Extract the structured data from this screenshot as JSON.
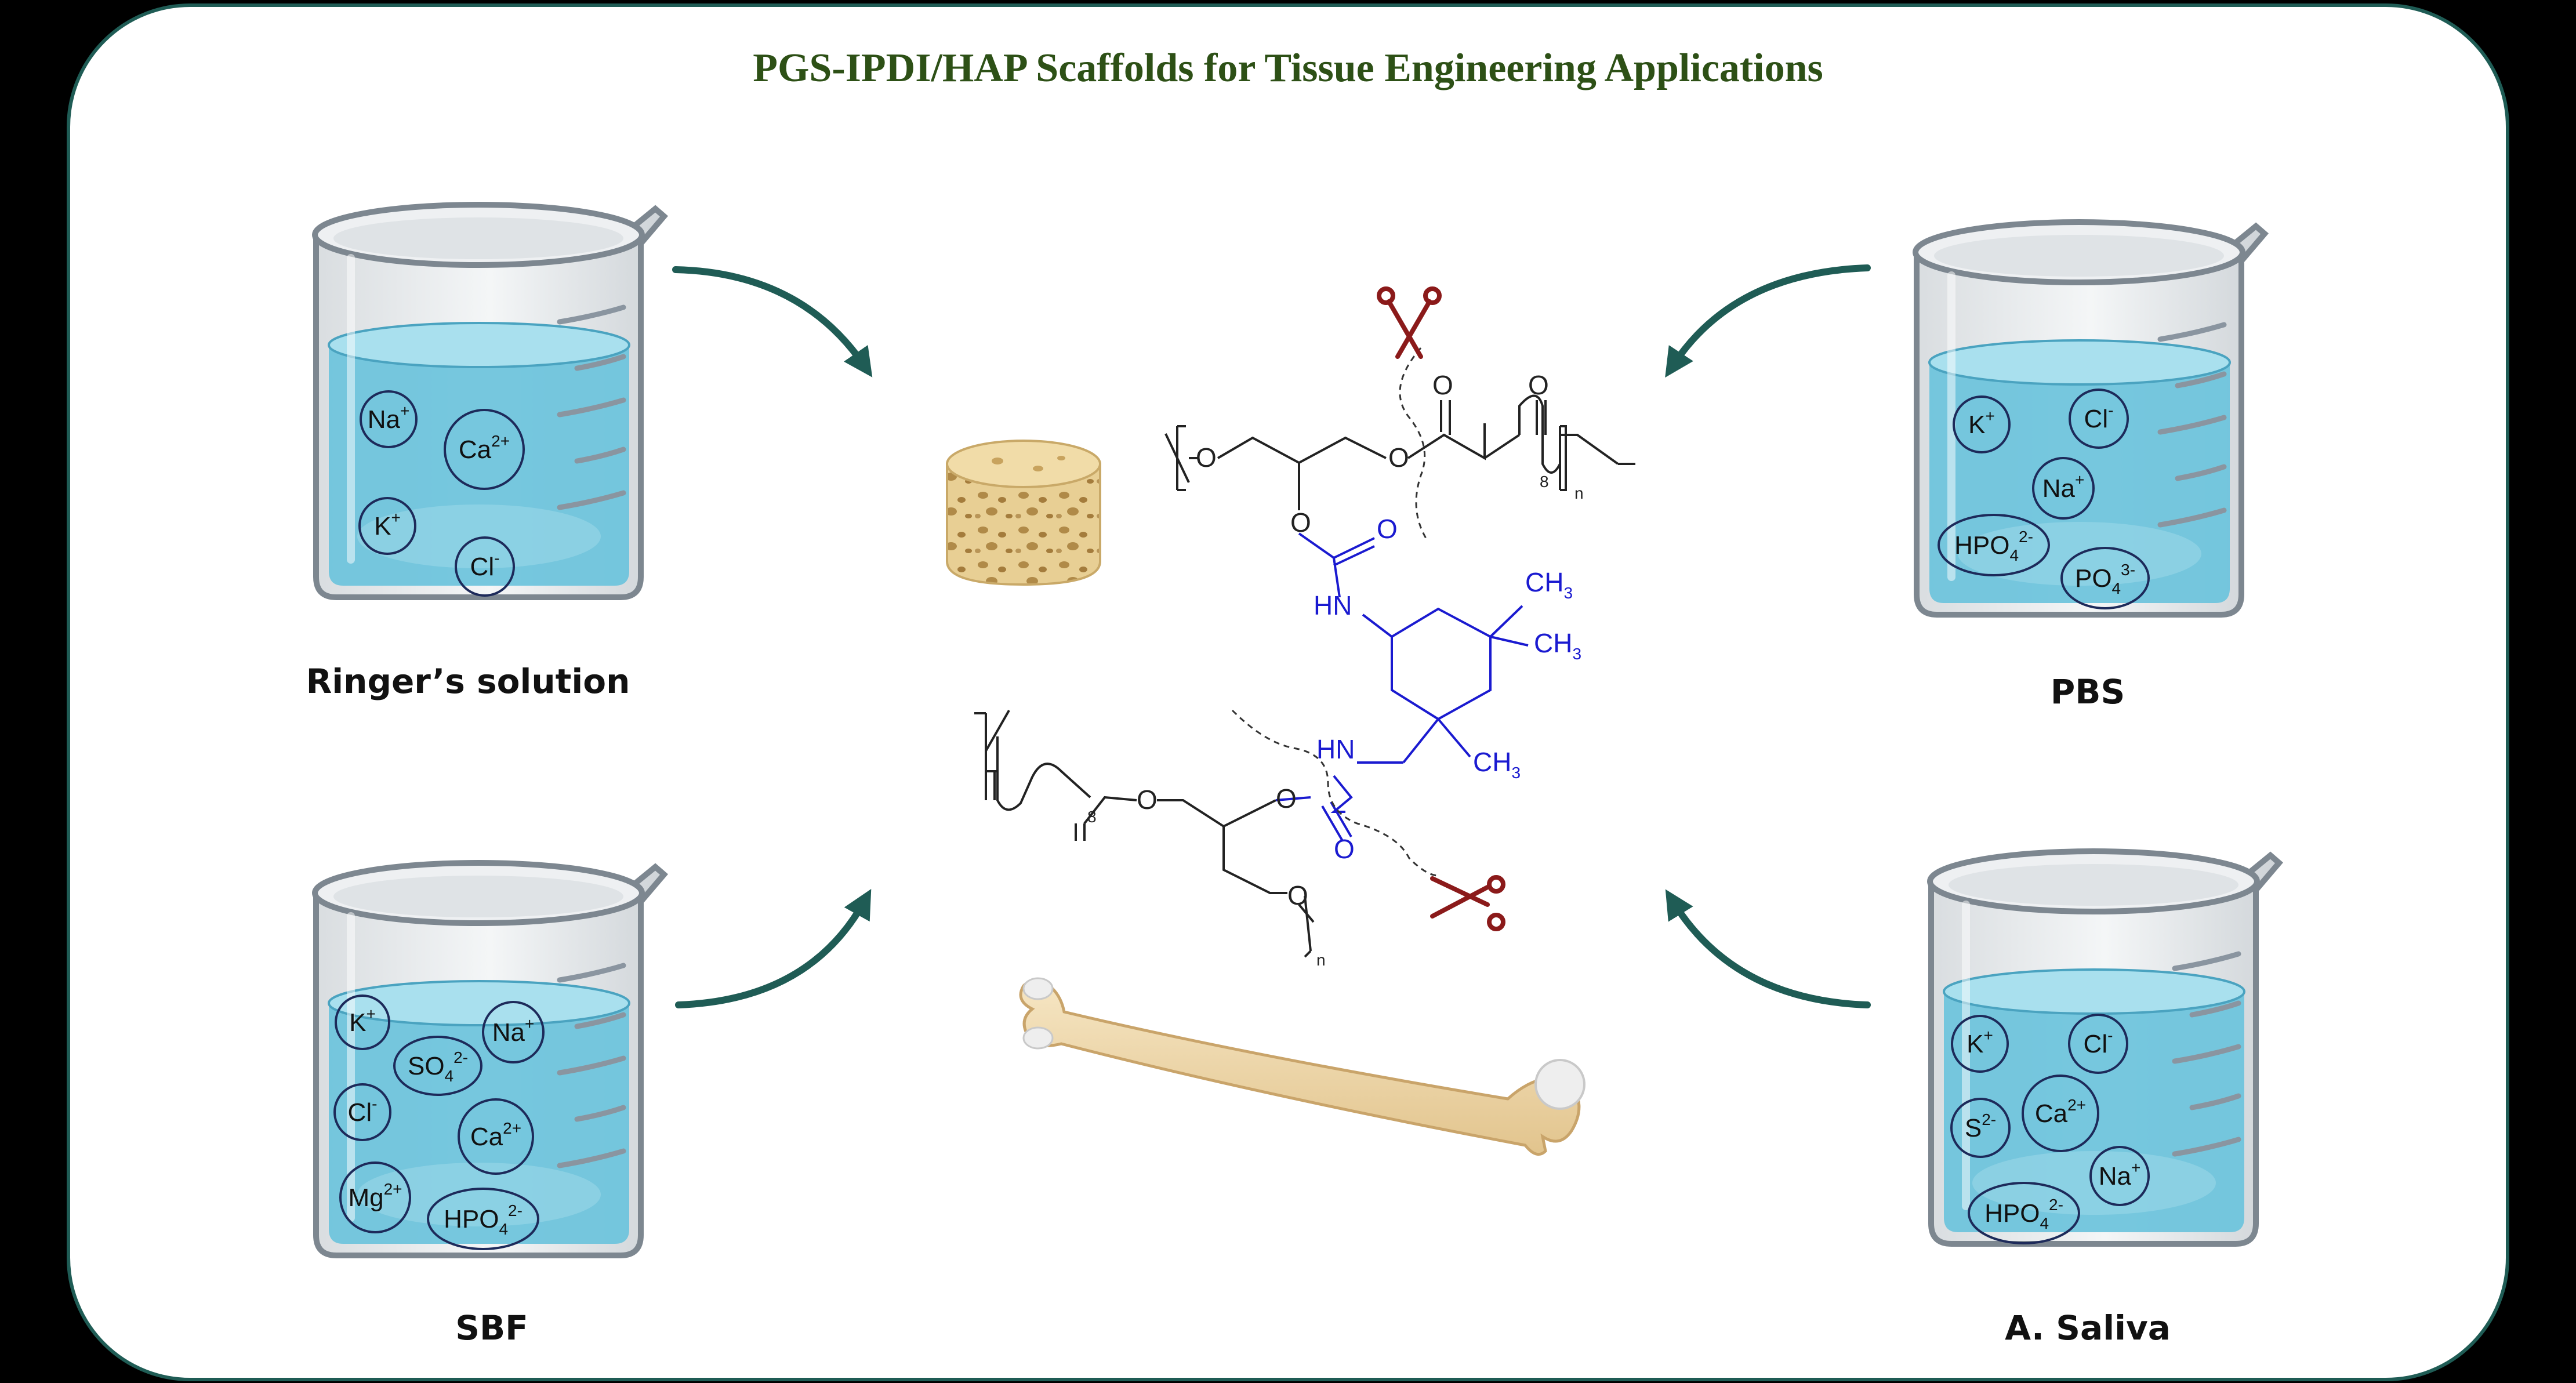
{
  "title": "PGS-IPDI/HAP Scaffolds for Tissue Engineering Applications",
  "colors": {
    "frame_border": "#1f5c55",
    "arrow": "#1f5c55",
    "water": "#6fc4dc",
    "title_text": "#2d5016",
    "ipdi_blue": "#1a1ad0",
    "scissors": "#8b1a1a"
  },
  "beakers": [
    {
      "label": "Ringer’s solution",
      "ions": [
        {
          "base": "Na",
          "sup": "+"
        },
        {
          "base": "Ca",
          "sup": "2+"
        },
        {
          "base": "K",
          "sup": "+"
        },
        {
          "base": "Cl",
          "sup": "-"
        }
      ]
    },
    {
      "label": "PBS",
      "ions": [
        {
          "base": "K",
          "sup": "+"
        },
        {
          "base": "Cl",
          "sup": "-"
        },
        {
          "base": "Na",
          "sup": "+"
        },
        {
          "base": "HPO",
          "sub": "4",
          "sup": "2-"
        },
        {
          "base": "PO",
          "sub": "4",
          "sup": "3-"
        }
      ]
    },
    {
      "label": "SBF",
      "ions": [
        {
          "base": "K",
          "sup": "+"
        },
        {
          "base": "SO",
          "sub": "4",
          "sup": "2-"
        },
        {
          "base": "Na",
          "sup": "+"
        },
        {
          "base": "Cl",
          "sup": "-"
        },
        {
          "base": "Ca",
          "sup": "2+"
        },
        {
          "base": "Mg",
          "sup": "2+"
        },
        {
          "base": "HPO",
          "sub": "4",
          "sup": "2-"
        }
      ]
    },
    {
      "label": "A. Saliva",
      "ions": [
        {
          "base": "K",
          "sup": "+"
        },
        {
          "base": "Cl",
          "sup": "-"
        },
        {
          "base": "S",
          "sup": "2-"
        },
        {
          "base": "Ca",
          "sup": "2+"
        },
        {
          "base": "Na",
          "sup": "+"
        },
        {
          "base": "HPO",
          "sub": "4",
          "sup": "2-"
        }
      ]
    }
  ],
  "structure": {
    "atoms": [
      "O",
      "O",
      "O",
      "O",
      "O",
      "O",
      "O",
      "O",
      "O",
      "O",
      "HN",
      "HN",
      "CH",
      "3",
      "CH",
      "3",
      "CH",
      "3"
    ],
    "subscripts": [
      "8",
      "8",
      "n",
      "n"
    ]
  },
  "icons": [
    "beaker-icon",
    "scaffold-icon",
    "bone-icon",
    "scissors-icon",
    "curved-arrow-icon"
  ]
}
